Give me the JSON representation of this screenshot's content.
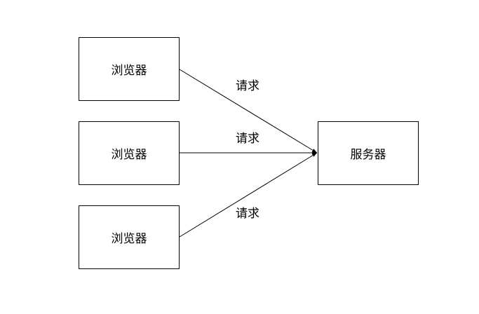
{
  "diagram": {
    "clients": [
      {
        "label": "浏览器"
      },
      {
        "label": "浏览器"
      },
      {
        "label": "浏览器"
      }
    ],
    "server": {
      "label": "服务器"
    },
    "edges": [
      {
        "from": "clients.0",
        "to": "server",
        "label": "请求"
      },
      {
        "from": "clients.1",
        "to": "server",
        "label": "请求"
      },
      {
        "from": "clients.2",
        "to": "server",
        "label": "请求"
      }
    ],
    "colors": {
      "stroke": "#000000",
      "fill": "#ffffff",
      "text": "#000000"
    }
  }
}
